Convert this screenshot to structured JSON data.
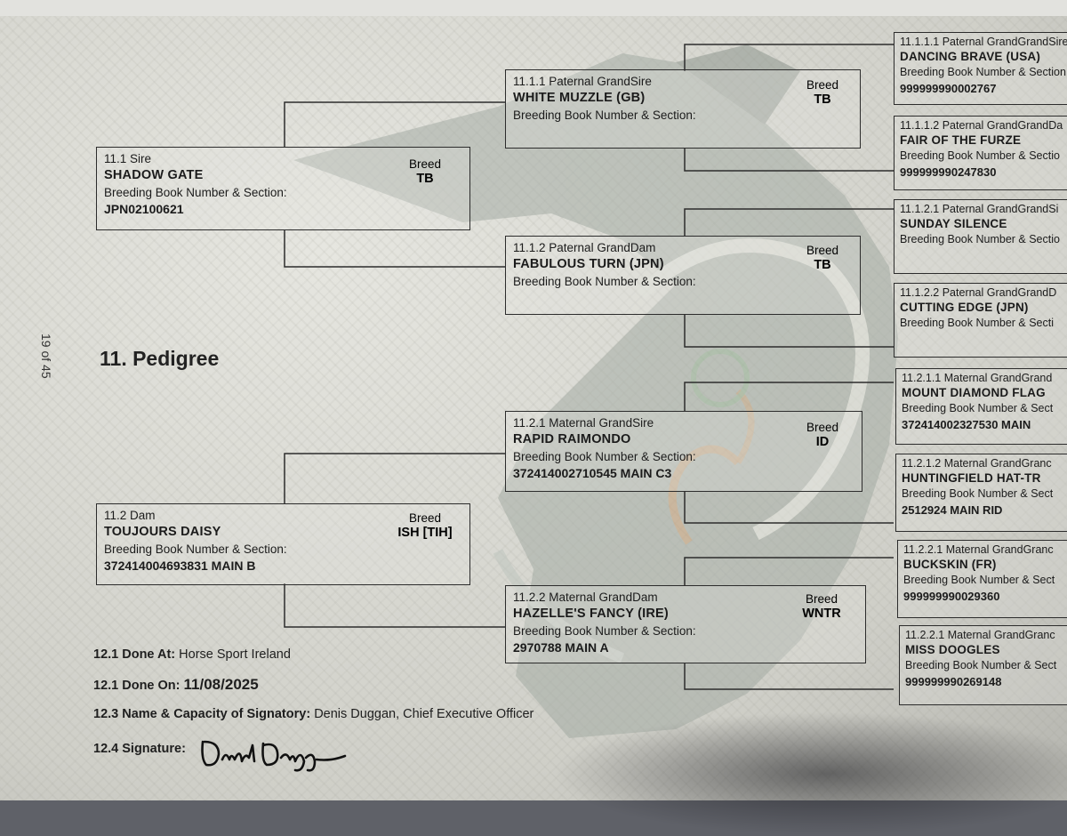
{
  "page_number": "19 of 45",
  "section_title": "11. Pedigree",
  "breeding_label": "Breeding Book Number & Section:",
  "breed_label": "Breed",
  "sire": {
    "label": "11.1 Sire",
    "name": "SHADOW GATE",
    "number": "JPN02100621",
    "breed": "TB"
  },
  "dam": {
    "label": "11.2 Dam",
    "name": "TOUJOURS DAISY",
    "number": "372414004693831 MAIN B",
    "breed": "ISH [TIH]"
  },
  "grandparents": [
    {
      "label": "11.1.1 Paternal GrandSire",
      "name": "WHITE MUZZLE (GB)",
      "number": "",
      "breed": "TB"
    },
    {
      "label": "11.1.2 Paternal GrandDam",
      "name": "FABULOUS TURN (JPN)",
      "number": "",
      "breed": "TB"
    },
    {
      "label": "11.2.1 Maternal GrandSire",
      "name": "RAPID RAIMONDO",
      "number": "372414002710545 MAIN C3",
      "breed": "ID"
    },
    {
      "label": "11.2.2 Maternal GrandDam",
      "name": "HAZELLE'S FANCY (IRE)",
      "number": "2970788 MAIN A",
      "breed": "WNTR"
    }
  ],
  "great_grandparents": [
    {
      "label": "11.1.1.1 Paternal GrandGrandSire",
      "name": "DANCING BRAVE (USA)",
      "bb": "Breeding Book Number & Section",
      "number": "999999990002767"
    },
    {
      "label": "11.1.1.2 Paternal GrandGrandDa",
      "name": "FAIR OF THE FURZE",
      "bb": "Breeding Book Number & Sectio",
      "number": "999999990247830"
    },
    {
      "label": "11.1.2.1 Paternal GrandGrandSi",
      "name": "SUNDAY SILENCE",
      "bb": "Breeding Book Number & Sectio",
      "number": ""
    },
    {
      "label": "11.1.2.2 Paternal GrandGrandD",
      "name": "CUTTING EDGE (JPN)",
      "bb": "Breeding Book Number & Secti",
      "number": ""
    },
    {
      "label": "11.2.1.1 Maternal GrandGrand",
      "name": "MOUNT DIAMOND FLAG",
      "bb": "Breeding Book Number & Sect",
      "number": "372414002327530 MAIN"
    },
    {
      "label": "11.2.1.2 Maternal GrandGranc",
      "name": "HUNTINGFIELD HAT-TR",
      "bb": "Breeding Book Number & Sect",
      "number": "2512924 MAIN RID"
    },
    {
      "label": "11.2.2.1 Maternal GrandGranc",
      "name": "BUCKSKIN (FR)",
      "bb": "Breeding Book Number & Sect",
      "number": "999999990029360"
    },
    {
      "label": "11.2.2.1 Maternal GrandGranc",
      "name": "MISS DOOGLES",
      "bb": "Breeding Book Number & Sect",
      "number": "999999990269148"
    }
  ],
  "footer": {
    "done_at_label": "12.1 Done At:",
    "done_at": "Horse Sport Ireland",
    "done_on_label": "12.1 Done On:",
    "done_on": "11/08/2025",
    "signatory_label": "12.3 Name & Capacity of Signatory:",
    "signatory": "Denis Duggan, Chief Executive Officer",
    "signature_label": "12.4 Signature:"
  },
  "colors": {
    "watermark": "#a4aca4",
    "watermark_accent": "#c89a6a",
    "ink": "#1b1b1b"
  }
}
